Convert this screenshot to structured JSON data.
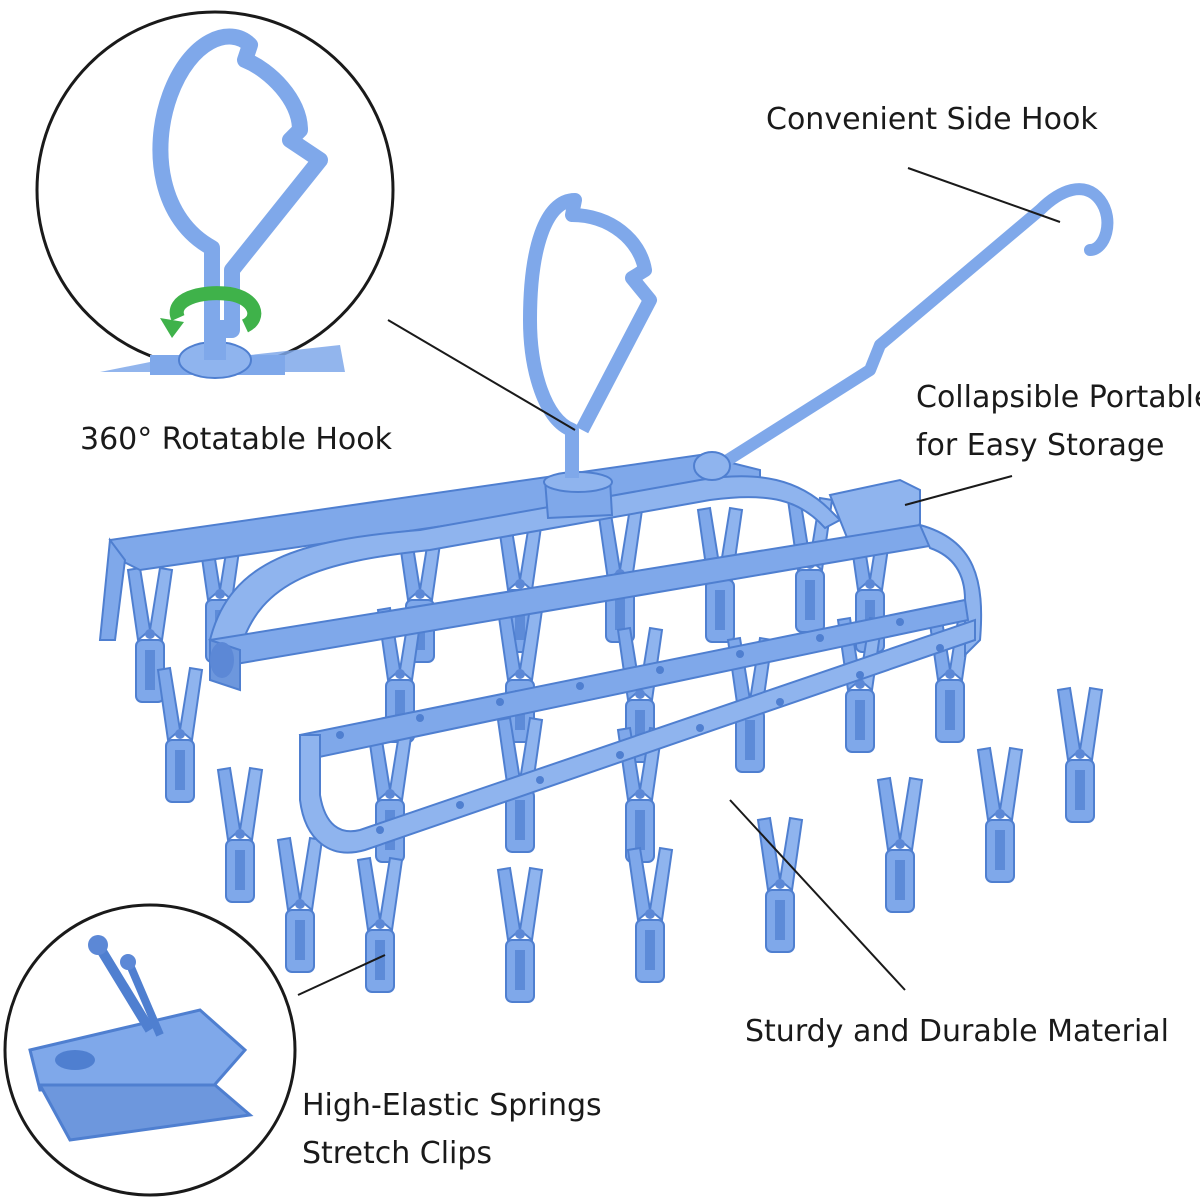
{
  "callouts": {
    "side_hook": "Convenient Side Hook",
    "rotatable_hook": "360° Rotatable Hook",
    "collapsible_line1": "Collapsible Portable",
    "collapsible_line2": "for Easy Storage",
    "material": "Sturdy and Durable Material",
    "springs_line1": "High-Elastic Springs",
    "springs_line2": "Stretch Clips"
  },
  "colors": {
    "product_blue": "#7fa8ea",
    "product_dark": "#4f7fd0",
    "rotation_arrow": "#3fb24a",
    "text": "#1a1a1a",
    "leader_lines": "#1a1a1a"
  }
}
